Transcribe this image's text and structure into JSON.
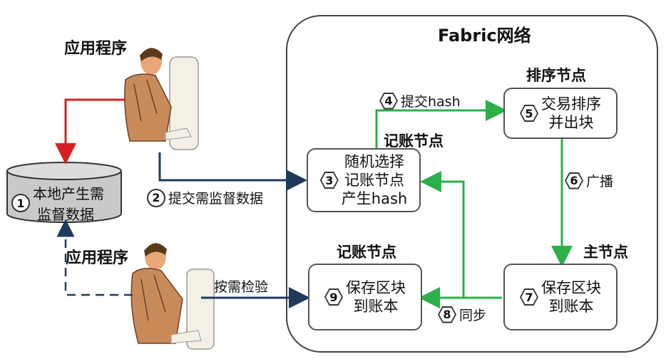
{
  "network_title": "Fabric网络",
  "app_top_label": "应用程序",
  "app_bottom_label": "应用程序",
  "database": {
    "step": "1",
    "line1": "本地产生需",
    "line2": "监督数据"
  },
  "node_labels": {
    "orderer": "排序节点",
    "accounting_top": "记账节点",
    "accounting_bottom": "记账节点",
    "main": "主节点"
  },
  "boxes": {
    "box3": {
      "step": "3",
      "line1": "随机选择",
      "line2": "记账节点",
      "line3": "产生hash"
    },
    "box5": {
      "step": "5",
      "line1": "交易排序",
      "line2": "并出块"
    },
    "box7": {
      "step": "7",
      "line1": "保存区块",
      "line2": "到账本"
    },
    "box9": {
      "step": "9",
      "line1": "保存区块",
      "line2": "到账本"
    }
  },
  "arrows": {
    "a2": {
      "step": "2",
      "label": "提交需监督数据"
    },
    "a4": {
      "step": "4",
      "label": "提交hash"
    },
    "a6": {
      "step": "6",
      "label": "广播"
    },
    "a8": {
      "step": "8",
      "label": "同步"
    },
    "query": {
      "label": "按需检验"
    }
  },
  "colors": {
    "green": "#2bb04a",
    "navy": "#1f3a5c",
    "red": "#d62020",
    "border": "#555555"
  }
}
